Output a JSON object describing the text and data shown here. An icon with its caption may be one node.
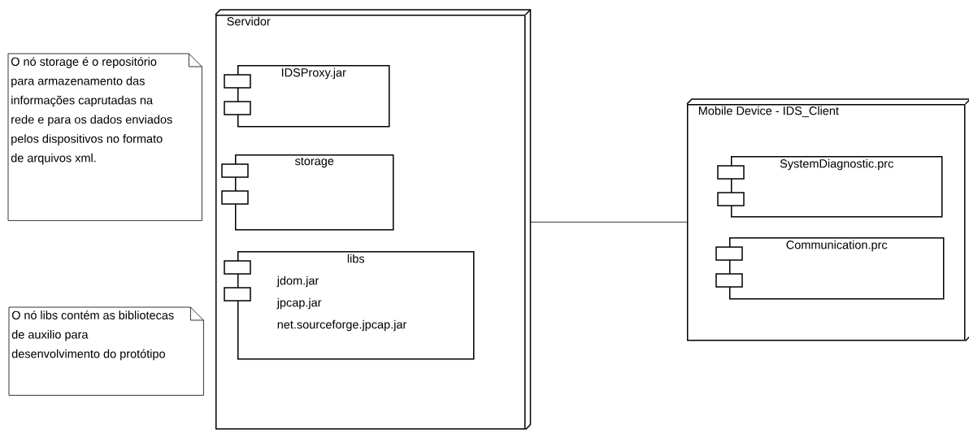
{
  "diagram": {
    "nodes": [
      {
        "text": [
          "O nó storage é o repositório para armazenamento das informações caprutadas na rede e para os dados enviados pelos dispositivos no formato de arquivos xml."
        ]
      },
      {
        "text": [
          "O nó libs contém as bibliotecas de auxilio para desenvolvimento do protótipo"
        ]
      },
      {
        "text": [
          "Servidor"
        ]
      },
      {
        "text": [
          "IDSProxy.jar"
        ],
        "in": 2
      },
      {
        "text": [
          "storage"
        ],
        "in": 2
      },
      {
        "text": [
          "libs",
          "jdom.jar",
          "jpcap.jar",
          "net.sourceforge.jpcap.jar"
        ],
        "in": 2
      },
      {
        "text": [
          "Mobile Device - IDS_Client"
        ]
      },
      {
        "text": [
          "SystemDiagnostic.prc"
        ],
        "in": 6
      },
      {
        "text": [
          "Communication.prc"
        ],
        "in": 6
      }
    ],
    "edges": [
      {
        "from": 2,
        "to": 6,
        "arrow": "none"
      }
    ]
  }
}
